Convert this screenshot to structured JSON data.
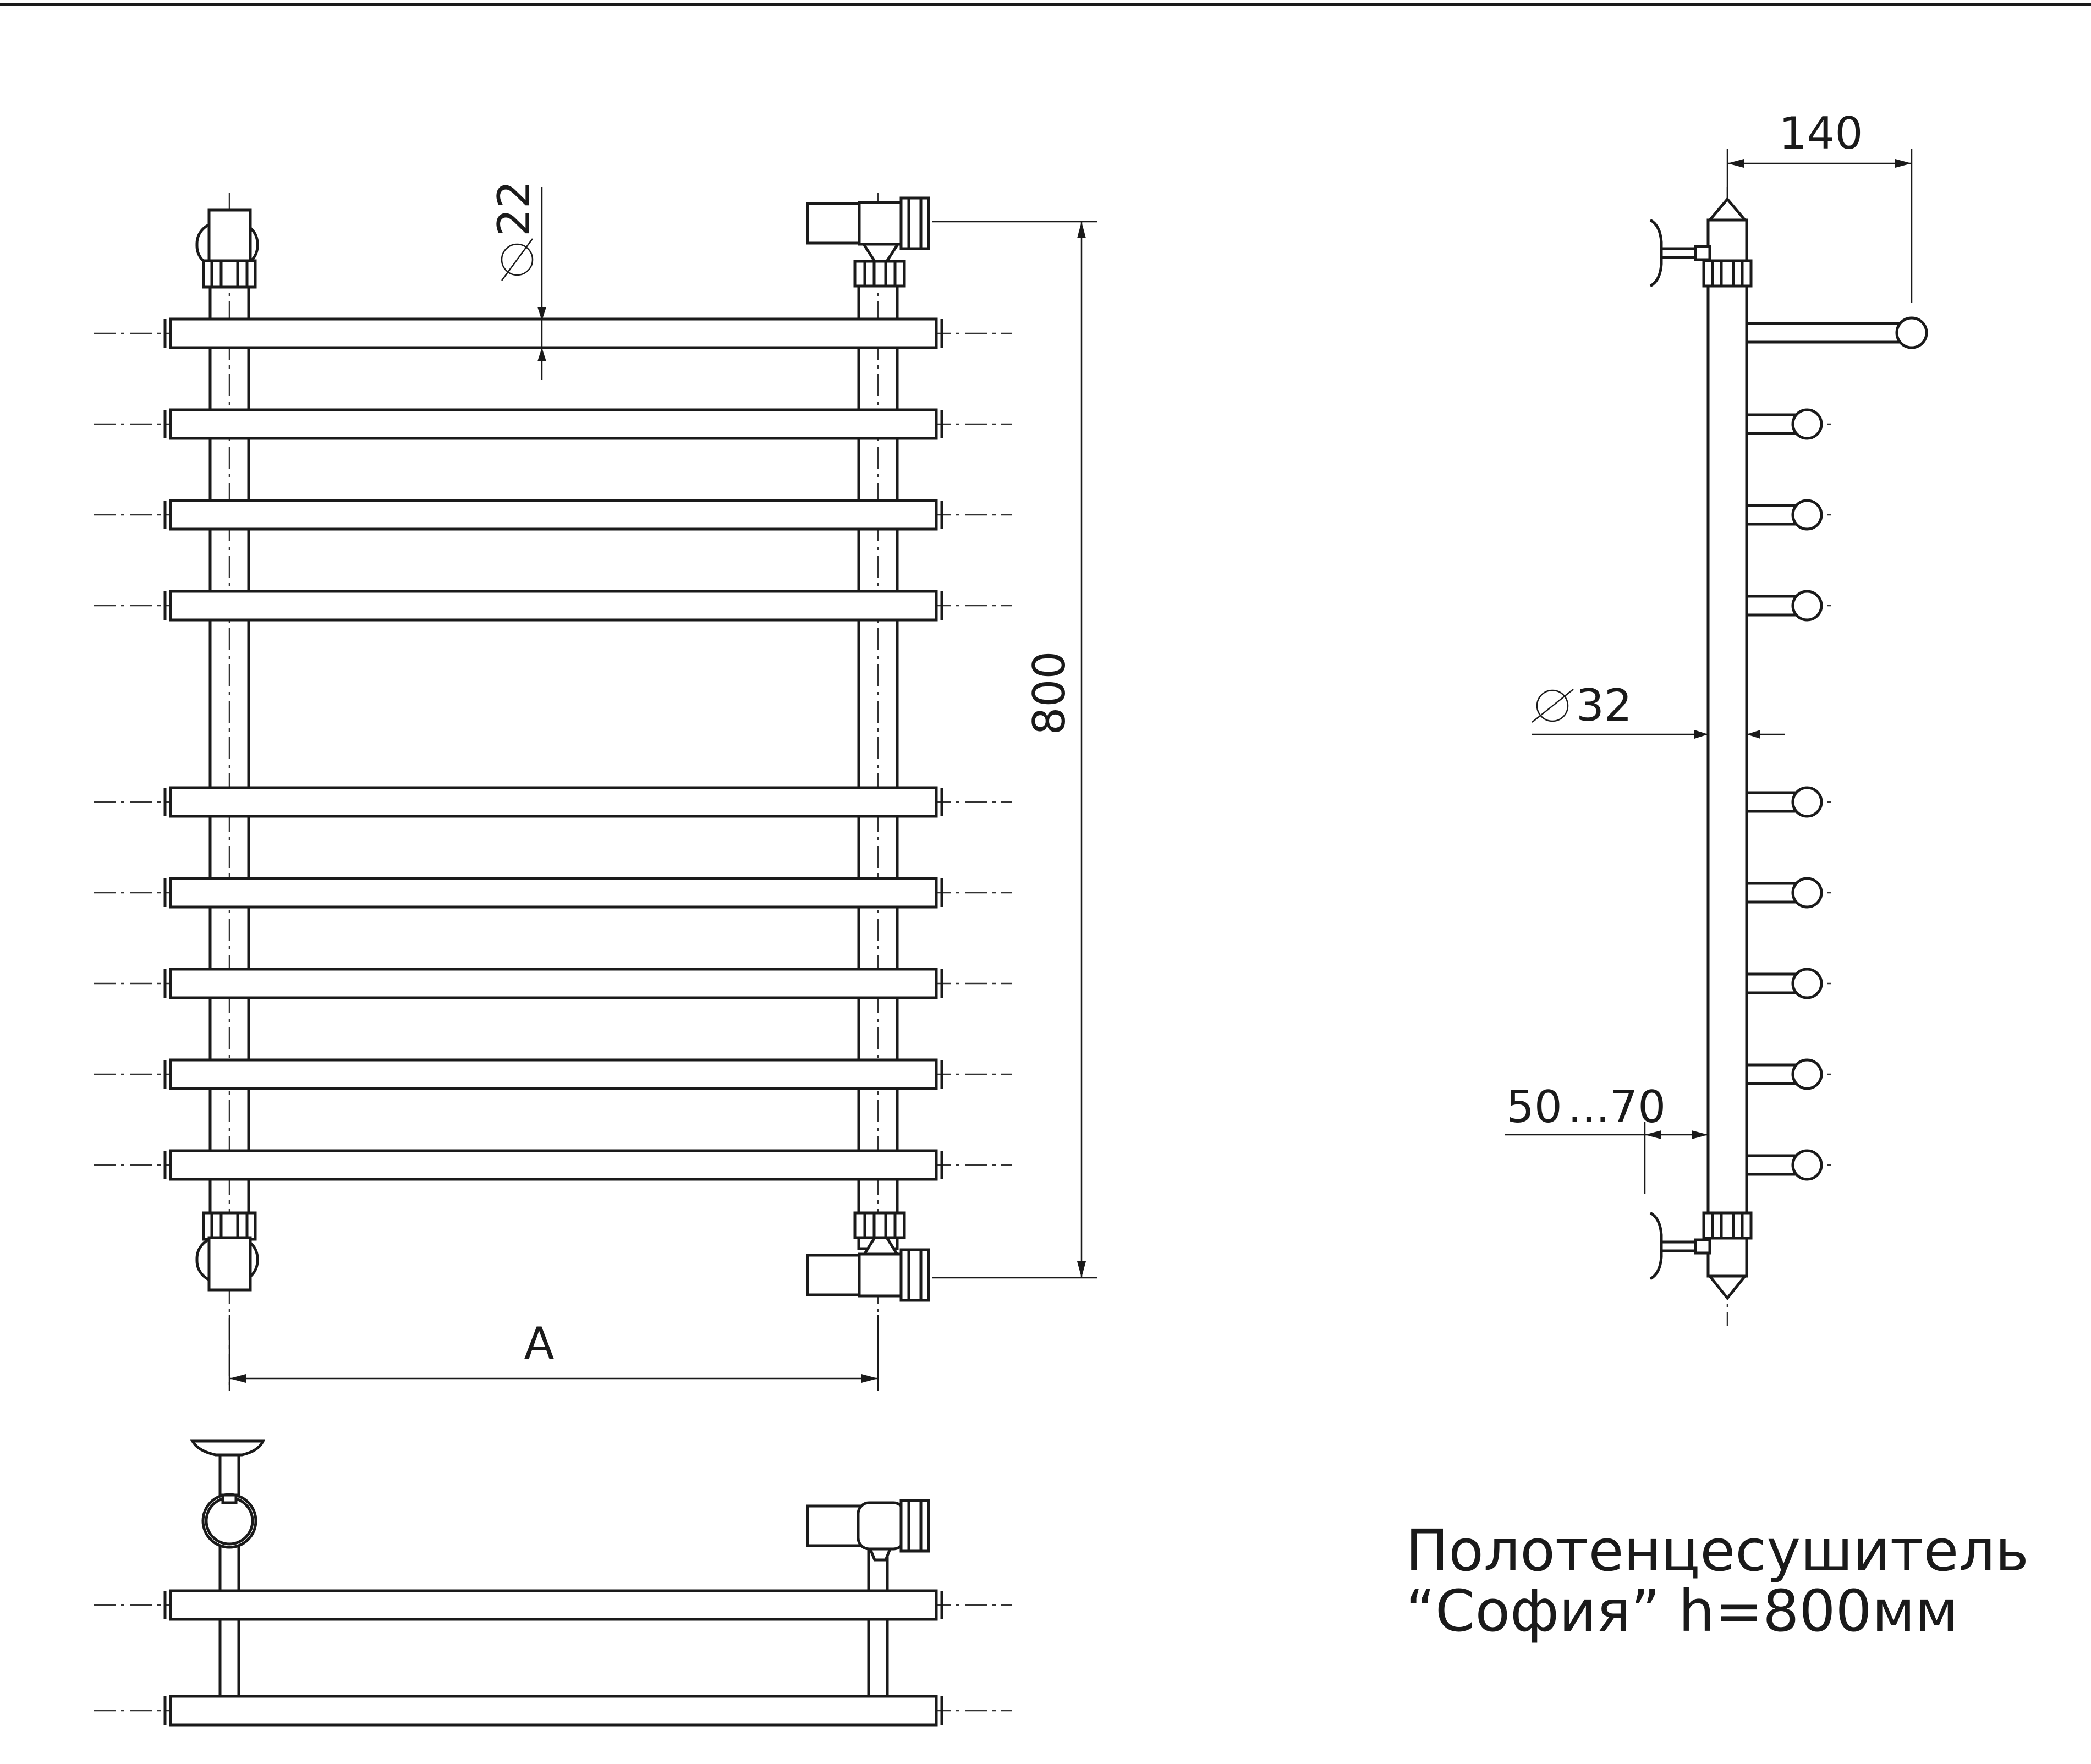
{
  "dimensions": {
    "tube_diameter_top": "22",
    "height": "800",
    "width_label": "A",
    "depth": "140",
    "riser_diameter": "32",
    "wall_distance_min": "50",
    "wall_distance_max": "...70"
  },
  "title": {
    "line1": "Полотенцесушитель",
    "line2": "“София” h=800мм"
  }
}
